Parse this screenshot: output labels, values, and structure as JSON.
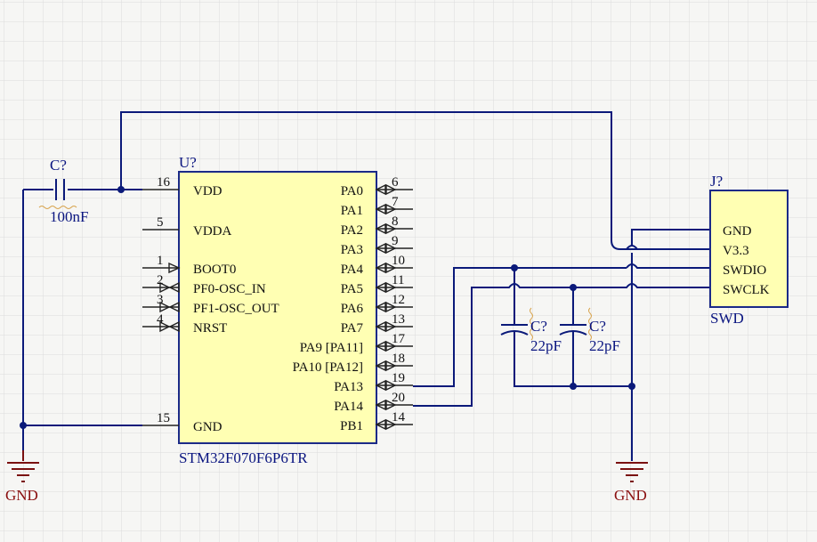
{
  "mcu": {
    "designator": "U?",
    "part": "STM32F070F6P6TR",
    "left_pins": [
      {
        "num": "16",
        "name": "VDD"
      },
      {
        "num": "5",
        "name": "VDDA"
      },
      {
        "num": "1",
        "name": "BOOT0"
      },
      {
        "num": "2",
        "name": "PF0-OSC_IN"
      },
      {
        "num": "3",
        "name": "PF1-OSC_OUT"
      },
      {
        "num": "4",
        "name": "NRST"
      },
      {
        "num": "15",
        "name": "GND"
      }
    ],
    "right_pins": [
      {
        "num": "6",
        "name": "PA0"
      },
      {
        "num": "7",
        "name": "PA1"
      },
      {
        "num": "8",
        "name": "PA2"
      },
      {
        "num": "9",
        "name": "PA3"
      },
      {
        "num": "10",
        "name": "PA4"
      },
      {
        "num": "11",
        "name": "PA5"
      },
      {
        "num": "12",
        "name": "PA6"
      },
      {
        "num": "13",
        "name": "PA7"
      },
      {
        "num": "17",
        "name": "PA9 [PA11]"
      },
      {
        "num": "18",
        "name": "PA10 [PA12]"
      },
      {
        "num": "19",
        "name": "PA13"
      },
      {
        "num": "20",
        "name": "PA14"
      },
      {
        "num": "14",
        "name": "PB1"
      }
    ]
  },
  "decoupling_cap": {
    "designator": "C?",
    "value": "100nF"
  },
  "swd_caps": [
    {
      "designator": "C?",
      "value": "22pF"
    },
    {
      "designator": "C?",
      "value": "22pF"
    }
  ],
  "connector": {
    "designator": "J?",
    "name": "SWD",
    "pins": [
      "GND",
      "V3.3",
      "SWDIO",
      "SWCLK"
    ]
  },
  "ground_labels": [
    "GND",
    "GND"
  ],
  "colors": {
    "background": "#f6f6f4",
    "grid": "#dddddd",
    "wire": "#0b1a7a",
    "component_body": "#ffffb3",
    "label": "#0a1580",
    "ground": "#8a0f0f"
  }
}
